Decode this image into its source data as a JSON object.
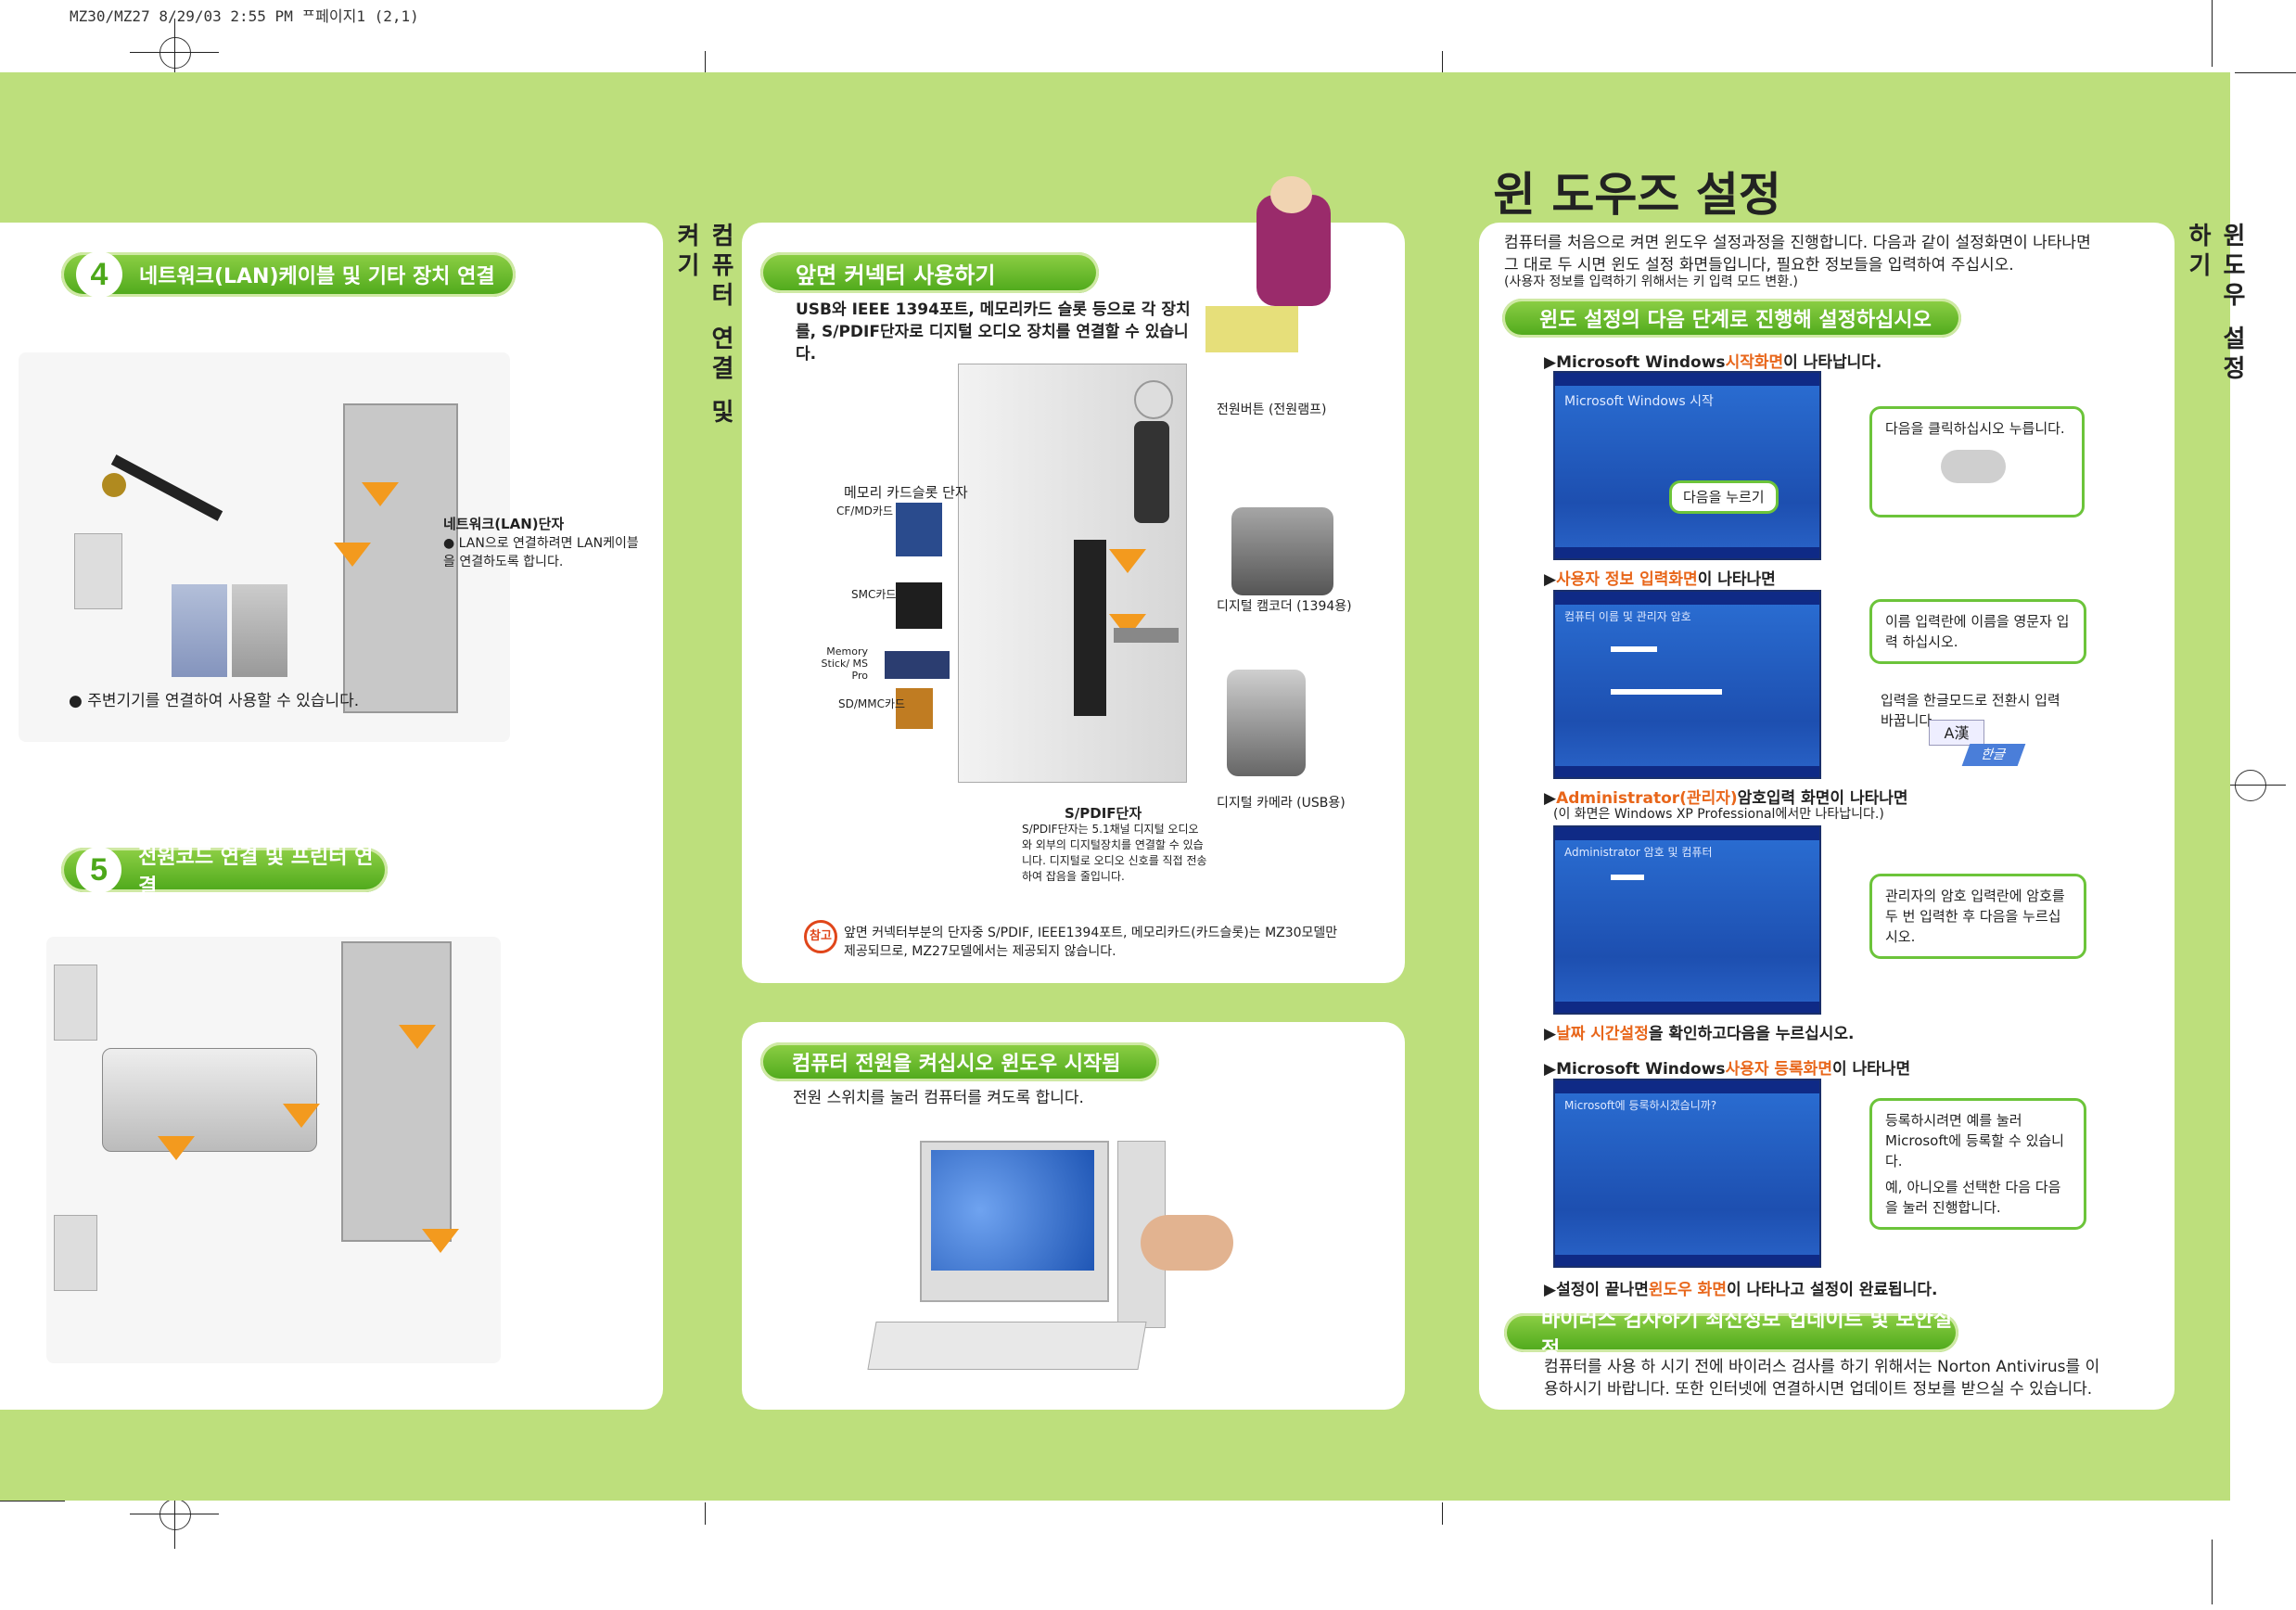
{
  "header": {
    "slug": "MZ30/MZ27  8/29/03 2:55 PM  ᄑ페이지1 (2,1)"
  },
  "section4": {
    "number": "4",
    "title": "네트워크(LAN)케이블 및 기타 장치 연결",
    "lan_label": "네트워크(LAN)단자",
    "lan_note": "LAN으로 연결하려면 LAN케이블을 연결하도록 합니다.",
    "bottom_note": "주변기기를 연결하여 사용할 수 있습니다."
  },
  "section5": {
    "number": "5",
    "title": "전원코드 연결 및 프린터 연결"
  },
  "vertical_left": "컴퓨터 연결 및 켜기",
  "vertical_right": "윈도우 설정하기",
  "front": {
    "title": "앞면 커넥터 사용하기",
    "intro": "USB와 IEEE 1394포트, 메모리카드 슬롯 등으로 각 장치를, S/PDIF단자로 디지털 오디오 장치를 연결할 수 있습니다.",
    "power_label": "전원버튼 (전원램프)",
    "cardslot_label": "메모리 카드슬롯 단자",
    "cf": "CF/MD카드",
    "smc": "SMC카드",
    "ms": "Memory Stick/ MS Pro",
    "sd": "SD/MMC카드",
    "camcorder1394": "디지털 캠코더 (1394용)",
    "camcorderusb": "디지털 카메라 (USB용)",
    "spdif_title": "S/PDIF단자",
    "spdif_desc": "S/PDIF단자는 5.1채널 디지털 오디오와 외부의 디지털장치를 연결할 수 있습니다. 디지털로 오디오 신호를 직접 전송하여 잡음을 줄입니다.",
    "note_badge": "참고",
    "note_text": "앞면 커넥터부분의 단자중 S/PDIF, IEEE1394포트, 메모리카드(카드슬롯)는 MZ30모델만 제공되므로, MZ27모델에서는 제공되지 않습니다."
  },
  "power": {
    "title": "컴퓨터 전원을 켜십시오 윈도우 시작됨",
    "text": "전원 스위치를 눌러 컴퓨터를 켜도록 합니다."
  },
  "windows": {
    "heading": "윈 도우즈 설정",
    "intro": "컴퓨터를 처음으로 켜면 윈도우 설정과정을 진행합니다. 다음과 같이 설정화면이 나타나면 그 대로 두 시면 윈도 설정 화면들입니다, 필요한 정보들을 입력하여 주십시오.",
    "intro_note": "(사용자 정보를 입력하기 위해서는 키 입력 모드 변환.)",
    "sub1": "윈도 설정의 다음 단계로 진행해 설정하십시오",
    "step1_prefix": "Microsoft Windows",
    "step1_hl": "시작화면",
    "step1_suffix": "이 나타납니다.",
    "shot1_title": "Microsoft Windows 시작",
    "next_button": "다음을 누르기",
    "call1": "다음을 클릭하십시오 누릅니다.",
    "step2_hl": "사용자 정보 입력화면",
    "step2_suffix": "이 나타나면",
    "shot2_title": "컴퓨터 이름 및 관리자 암호",
    "call2": "이름 입력란에 이름을 영문자 입력 하십시오.",
    "call3": "입력을 한글모드로 전환시 입력 바꿉니다.",
    "ime_label": "한글",
    "step3_hl": "Administrator(관리자)",
    "step3_suffix": "암호입력 화면이 나타나면",
    "step3_note": "(이 화면은 Windows XP Professional에서만 나타납니다.)",
    "shot3_title": "Administrator 암호 및 컴퓨터",
    "call4": "관리자의 암호 입력란에 암호를 두 번 입력한 후 다음을 누르십시오.",
    "step4_hl": "날짜 시간설정",
    "step4_mid": "을 확인하고",
    "step4_hl2": "다음",
    "step4_suffix": "을 누르십시오.",
    "step5_prefix": "Microsoft Windows",
    "step5_hl": "사용자 등록화면",
    "step5_suffix": "이 나타나면",
    "shot5_title": "Microsoft에 등록하시겠습니까?",
    "call5a": "등록하시려면 예를 눌러 Microsoft에 등록할 수 있습니다.",
    "call5b": "예, 아니오를 선택한 다음 다음을 눌러 진행합니다.",
    "step6_prefix": "설정이 끝나면",
    "step6_hl": "윈도우 화면",
    "step6_suffix": "이 나타나고 설정이 완료됩니다.",
    "sub2": "바이러스 검사하기 최신정보 업데이트 및 보안설정",
    "final_text": "컴퓨터를 사용 하 시기 전에 바이러스 검사를 하기 위해서는 Norton Antivirus를 이 용하시기 바랍니다. 또한 인터넷에 연결하시면 업데이트 정보를 받으실 수 있습니다."
  }
}
